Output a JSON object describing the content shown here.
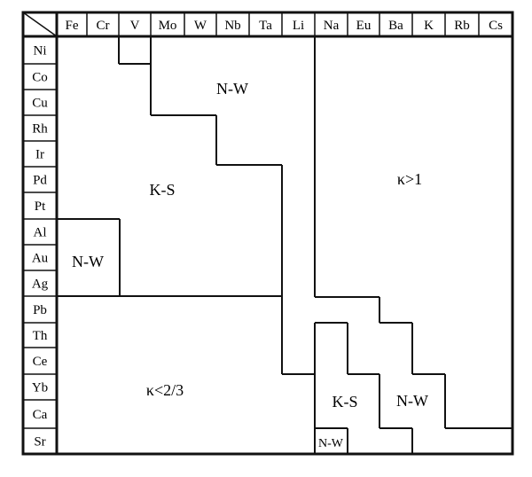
{
  "columns": [
    "Fe",
    "Cr",
    "V",
    "Mo",
    "W",
    "Nb",
    "Ta",
    "Li",
    "Na",
    "Eu",
    "Ba",
    "K",
    "Rb",
    "Cs"
  ],
  "rows": [
    "Ni",
    "Co",
    "Cu",
    "Rh",
    "Ir",
    "Pd",
    "Pt",
    "Al",
    "Au",
    "Ag",
    "Pb",
    "Th",
    "Ce",
    "Yb",
    "Ca",
    "Sr"
  ],
  "regions": {
    "nw_top": "N-W",
    "ks_main": "K-S",
    "kappa_gt1": "κ>1",
    "nw_left": "N-W",
    "kappa_lt23": "κ<2/3",
    "ks_bottom": "K-S",
    "nw_bottom": "N-W",
    "nw_small": "N-W"
  }
}
